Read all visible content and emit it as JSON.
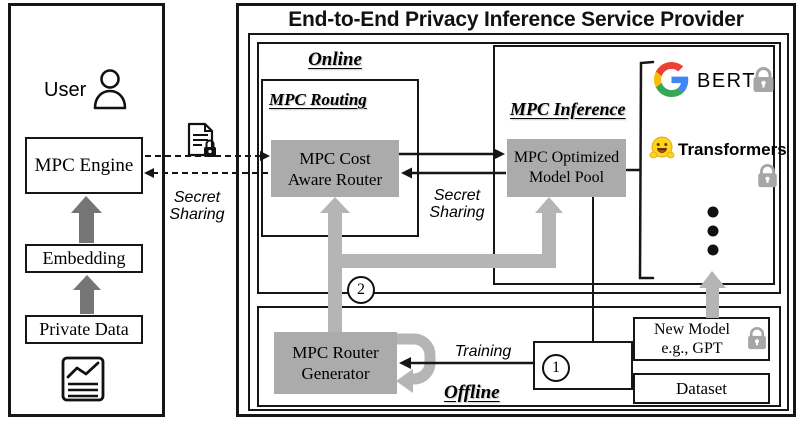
{
  "figure": {
    "title": "End-to-End Privacy Inference Service Provider"
  },
  "left_panel": {
    "user_label": "User",
    "engine_box": "MPC Engine",
    "embedding_box": "Embedding",
    "private_data_box": "Private Data"
  },
  "provider": {
    "online": {
      "label": "Online",
      "routing": {
        "label": "MPC Routing",
        "router_box": "MPC Cost Aware Router"
      },
      "inference": {
        "label": "MPC Inference",
        "pool_box": "MPC Optimized Model Pool",
        "models": {
          "google_model": "BERT",
          "hf_model": "Transformers"
        }
      }
    },
    "offline": {
      "label": "Offline",
      "generator_box": "MPC Router Generator",
      "training_label": "Training",
      "new_model_box": "New Model e.g., GPT",
      "dataset_box": "Dataset"
    },
    "steps": {
      "one": "1",
      "two": "2"
    }
  },
  "connectors": {
    "secret_sharing_left": "Secret Sharing",
    "secret_sharing_right": "Secret Sharing"
  },
  "icons": {
    "person": "user-person-icon",
    "encrypted_document": "document-lock-icon",
    "chart_document": "chart-document-icon",
    "google_logo": "google-g-icon",
    "hugging_face": "hugging-face-icon",
    "locks": "padlock-icon",
    "ellipsis": "more-models-dots"
  },
  "colors": {
    "box_gray": "#ababab",
    "thick_arrow_gray": "#b5b5b5",
    "dark_arrow_gray": "#757575",
    "lock_gray": "#a6a6a6",
    "line_black": "#161616",
    "google_blue": "#4285F4",
    "google_red": "#EA4335",
    "google_yellow": "#FBBC05",
    "google_green": "#34A853",
    "hf_yellow": "#FFD21E"
  }
}
